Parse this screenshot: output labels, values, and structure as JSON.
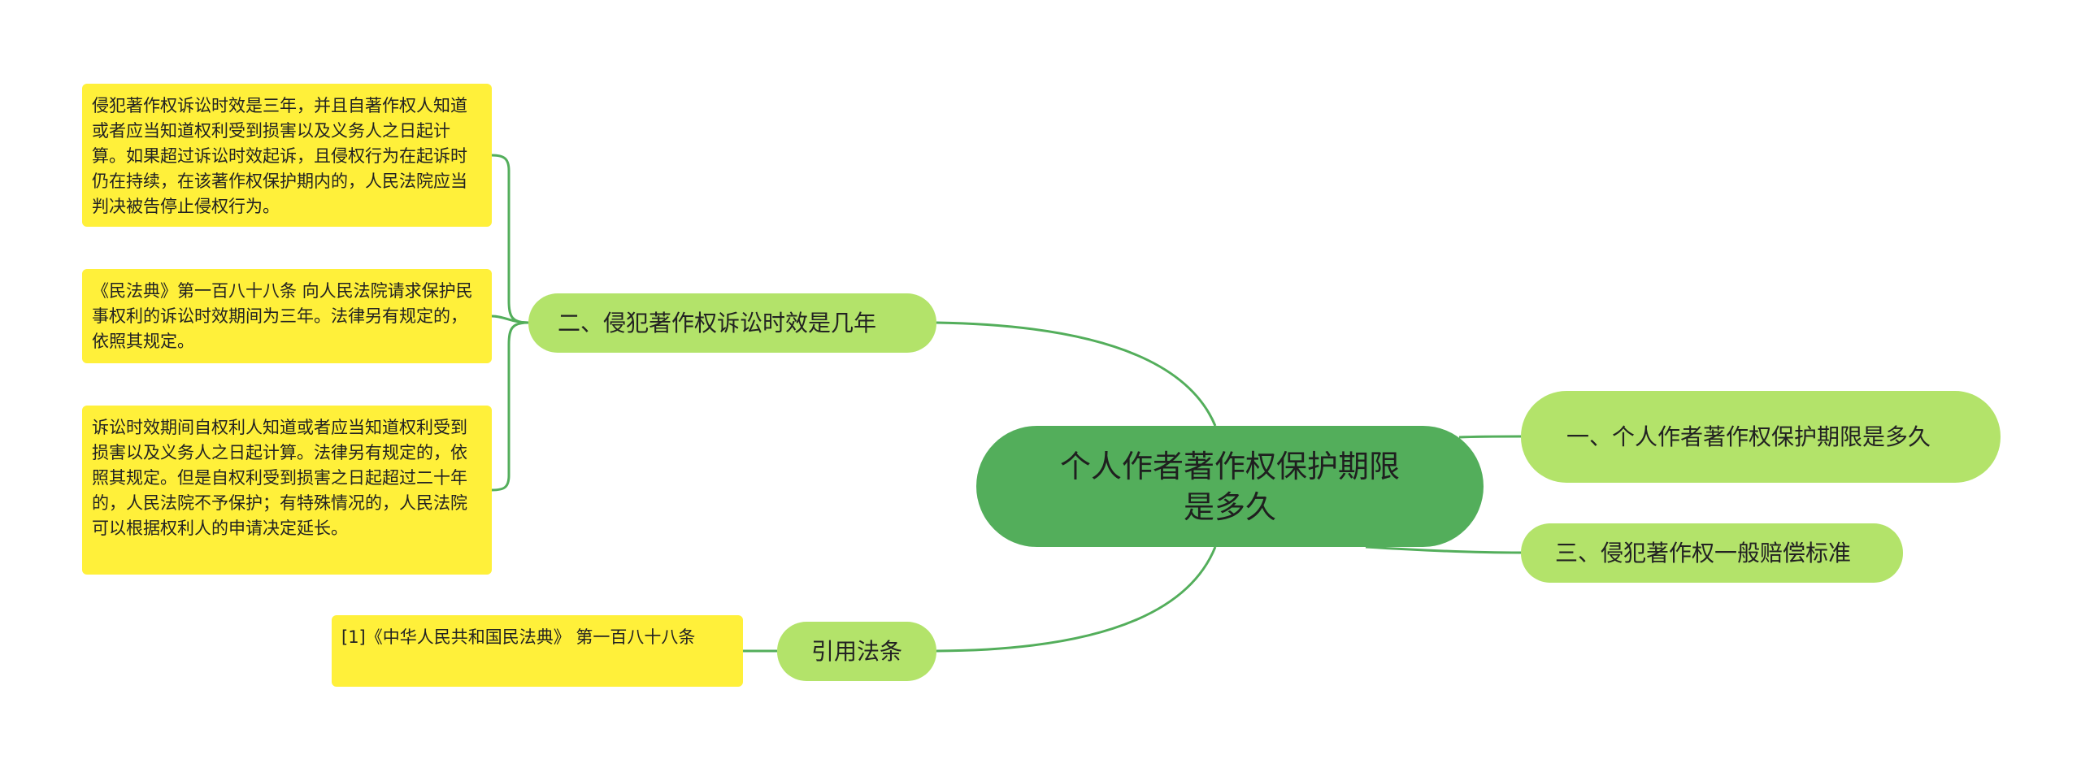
{
  "central": {
    "label": "个人作者著作权保护期限是多久"
  },
  "branches": {
    "litigation": {
      "label": "二、侵犯著作权诉讼时效是几年",
      "notes": [
        "侵犯著作权诉讼时效是三年，并且自著作权人知道或者应当知道权利受到损害以及义务人之日起计算。如果超过诉讼时效起诉，且侵权行为在起诉时仍在持续，在该著作权保护期内的，人民法院应当判决被告停止侵权行为。",
        "《民法典》第一百八十八条 向人民法院请求保护民事权利的诉讼时效期间为三年。法律另有规定的，依照其规定。",
        "诉讼时效期间自权利人知道或者应当知道权利受到损害以及义务人之日起计算。法律另有规定的，依照其规定。但是自权利受到损害之日起超过二十年的，人民法院不予保护；有特殊情况的，人民法院可以根据权利人的申请决定延长。"
      ]
    },
    "citation": {
      "label": "引用法条",
      "notes": [
        "[1]《中华人民共和国民法典》 第一百八十八条"
      ]
    },
    "protection_period": {
      "label": "一、个人作者著作权保护期限是多久"
    },
    "compensation": {
      "label": "三、侵犯著作权一般赔偿标准"
    }
  },
  "colors": {
    "central_fill": "#53ae5b",
    "branch_fill": "#b3e36a",
    "leaf_fill": "#fff03a",
    "edge": "#53ae5b"
  }
}
